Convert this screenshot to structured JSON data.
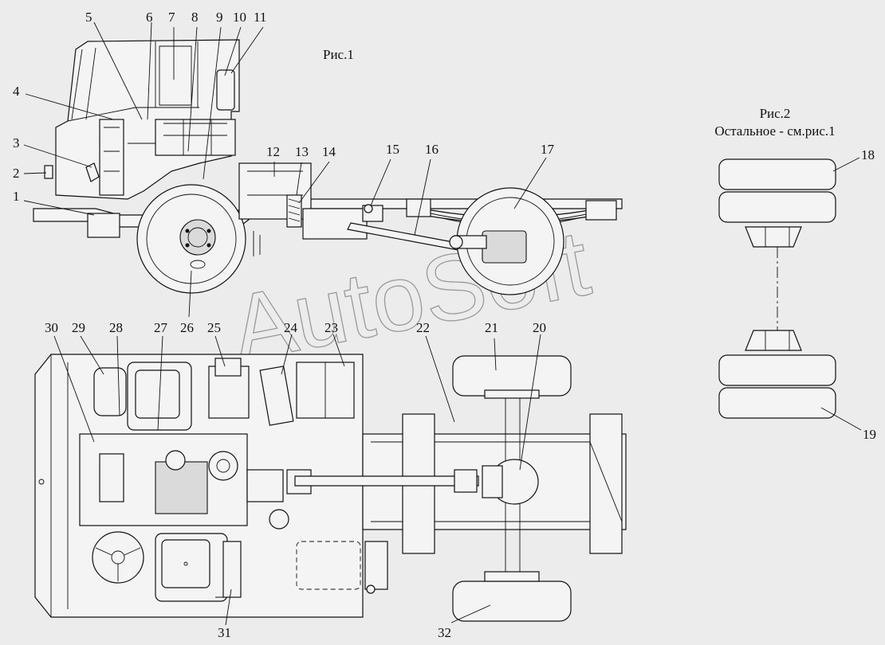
{
  "captions": {
    "fig1": "Рис.1",
    "fig2": "Рис.2",
    "fig2_note": "Остальное - см.рис.1"
  },
  "watermark": "AutoSoft",
  "callouts": [
    "1",
    "2",
    "3",
    "4",
    "5",
    "6",
    "7",
    "8",
    "9",
    "10",
    "11",
    "12",
    "13",
    "14",
    "15",
    "16",
    "17",
    "18",
    "19",
    "20",
    "21",
    "22",
    "23",
    "24",
    "25",
    "26",
    "27",
    "28",
    "29",
    "30",
    "31",
    "32"
  ],
  "colors": {
    "background": "#ececec",
    "line": "#111111",
    "watermark": "#9a9a9a"
  }
}
